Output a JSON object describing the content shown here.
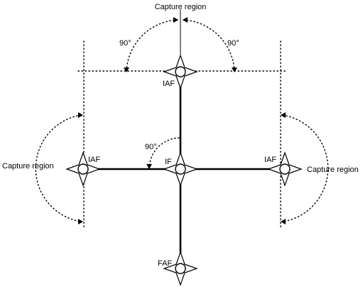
{
  "labels": {
    "capture_top": "Capture region",
    "capture_left": "Capture region",
    "capture_right": "Capture region",
    "angle_top_left": "90°",
    "angle_top_right": "90°",
    "angle_center": "90°",
    "fix_top": "IAF",
    "fix_left": "IAF",
    "fix_right": "IAF",
    "fix_center": "IF",
    "fix_bottom": "FAF"
  },
  "colors": {
    "stroke": "#000000",
    "background": "#ffffff"
  }
}
